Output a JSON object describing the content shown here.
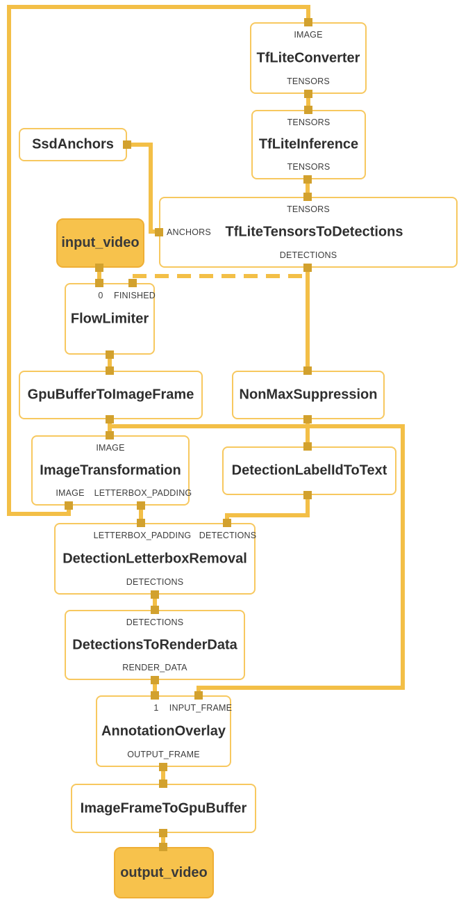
{
  "diagram": {
    "type": "mediapipe-calculator-graph",
    "colors": {
      "edge": "#F3BF47",
      "port": "#D2A12E",
      "node_border": "#F7C85F",
      "terminal_fill": "#F7C24C",
      "terminal_border": "#EFAF35",
      "title_text": "#2E2E2E",
      "port_label_text": "#3C3C3C"
    },
    "nodes": {
      "tflite_converter": {
        "title": "TfLiteConverter",
        "ports": {
          "top": "IMAGE",
          "bottom": "TENSORS"
        }
      },
      "tflite_inference": {
        "title": "TfLiteInference",
        "ports": {
          "top": "TENSORS",
          "bottom": "TENSORS"
        }
      },
      "ssd_anchors": {
        "title": "SsdAnchors"
      },
      "tflite_tensors_to_detections": {
        "title": "TfLiteTensorsToDetections",
        "ports": {
          "top": "TENSORS",
          "left": "ANCHORS",
          "bottom": "DETECTIONS"
        }
      },
      "input_video": {
        "title": "input_video"
      },
      "flow_limiter": {
        "title": "FlowLimiter",
        "ports": {
          "in1": "0",
          "in2": "FINISHED"
        }
      },
      "gpu_buffer_to_image_frame": {
        "title": "GpuBufferToImageFrame"
      },
      "non_max_suppression": {
        "title": "NonMaxSuppression"
      },
      "image_transformation": {
        "title": "ImageTransformation",
        "ports": {
          "top": "IMAGE",
          "bottom1": "IMAGE",
          "bottom2": "LETTERBOX_PADDING"
        }
      },
      "detection_label_id_to_text": {
        "title": "DetectionLabelIdToText"
      },
      "detection_letterbox_removal": {
        "title": "DetectionLetterboxRemoval",
        "ports": {
          "top1": "LETTERBOX_PADDING",
          "top2": "DETECTIONS",
          "bottom": "DETECTIONS"
        }
      },
      "detections_to_render_data": {
        "title": "DetectionsToRenderData",
        "ports": {
          "top": "DETECTIONS",
          "bottom": "RENDER_DATA"
        }
      },
      "annotation_overlay": {
        "title": "AnnotationOverlay",
        "ports": {
          "in1": "1",
          "in2": "INPUT_FRAME",
          "bottom": "OUTPUT_FRAME"
        }
      },
      "image_frame_to_gpu_buffer": {
        "title": "ImageFrameToGpuBuffer"
      },
      "output_video": {
        "title": "output_video"
      }
    },
    "edges": [
      {
        "from": "ImageTransformation:IMAGE",
        "to": "TfLiteConverter:IMAGE",
        "style": "solid"
      },
      {
        "from": "TfLiteConverter:TENSORS",
        "to": "TfLiteInference:TENSORS",
        "style": "solid"
      },
      {
        "from": "TfLiteInference:TENSORS",
        "to": "TfLiteTensorsToDetections:TENSORS",
        "style": "solid"
      },
      {
        "from": "SsdAnchors",
        "to": "TfLiteTensorsToDetections:ANCHORS",
        "style": "solid"
      },
      {
        "from": "input_video",
        "to": "FlowLimiter:0",
        "style": "solid"
      },
      {
        "from": "TfLiteTensorsToDetections:DETECTIONS",
        "to": "NonMaxSuppression",
        "style": "solid"
      },
      {
        "from": "TfLiteTensorsToDetections:DETECTIONS",
        "to": "FlowLimiter:FINISHED",
        "style": "dashed"
      },
      {
        "from": "FlowLimiter",
        "to": "GpuBufferToImageFrame",
        "style": "solid"
      },
      {
        "from": "GpuBufferToImageFrame",
        "to": "ImageTransformation:IMAGE",
        "style": "solid"
      },
      {
        "from": "GpuBufferToImageFrame",
        "to": "AnnotationOverlay:INPUT_FRAME",
        "style": "solid"
      },
      {
        "from": "NonMaxSuppression",
        "to": "DetectionLabelIdToText",
        "style": "solid"
      },
      {
        "from": "DetectionLabelIdToText",
        "to": "DetectionLetterboxRemoval:DETECTIONS",
        "style": "solid"
      },
      {
        "from": "ImageTransformation:LETTERBOX_PADDING",
        "to": "DetectionLetterboxRemoval:LETTERBOX_PADDING",
        "style": "solid"
      },
      {
        "from": "DetectionLetterboxRemoval:DETECTIONS",
        "to": "DetectionsToRenderData:DETECTIONS",
        "style": "solid"
      },
      {
        "from": "DetectionsToRenderData:RENDER_DATA",
        "to": "AnnotationOverlay:1",
        "style": "solid"
      },
      {
        "from": "AnnotationOverlay:OUTPUT_FRAME",
        "to": "ImageFrameToGpuBuffer",
        "style": "solid"
      },
      {
        "from": "ImageFrameToGpuBuffer",
        "to": "output_video",
        "style": "solid"
      }
    ]
  }
}
